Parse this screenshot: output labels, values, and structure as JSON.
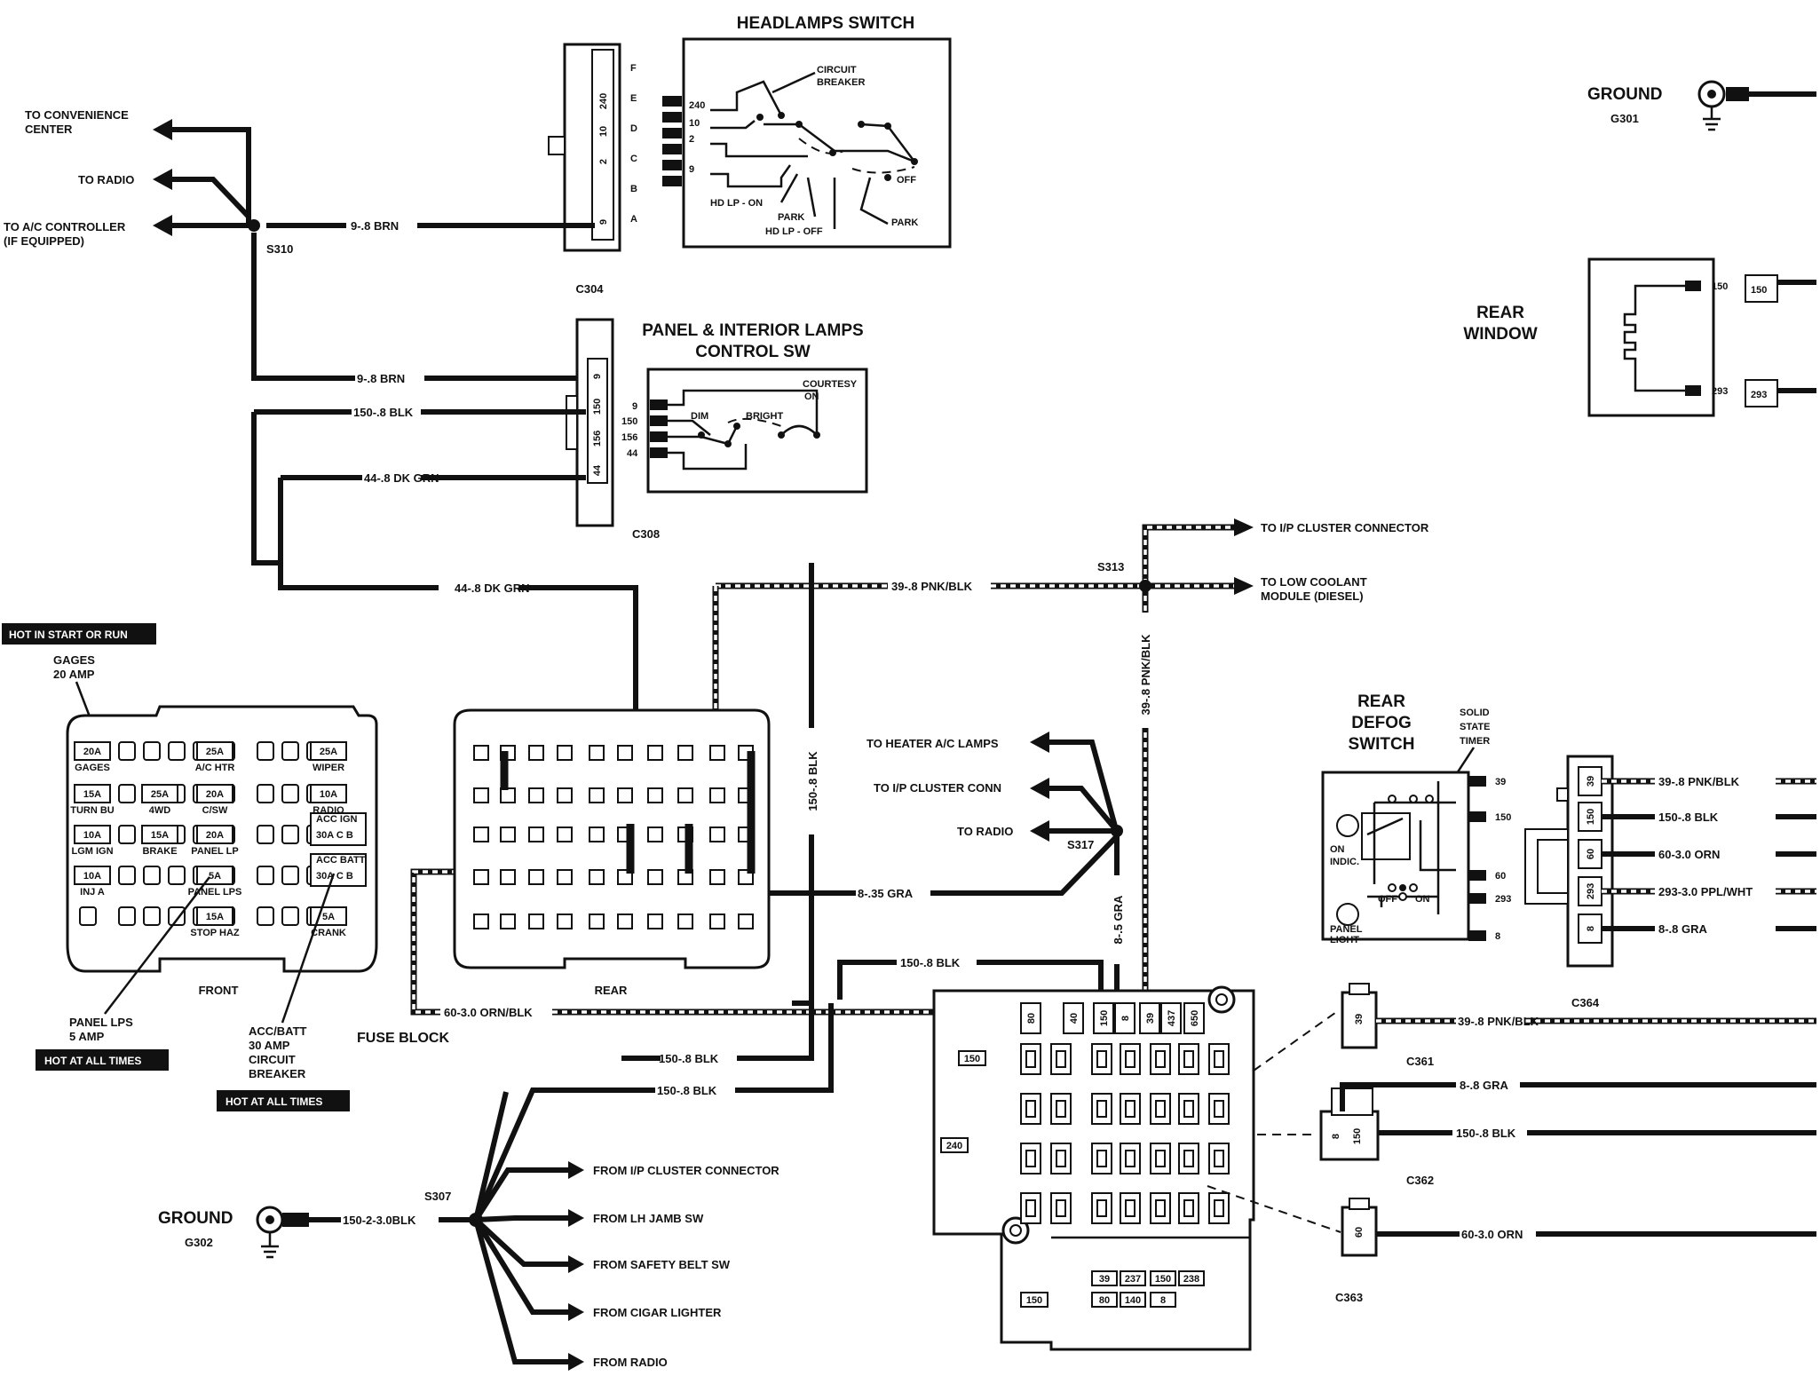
{
  "title": "HEADLAMPS SWITCH",
  "headlamps_switch": {
    "title": "HEADLAMPS SWITCH",
    "connector": "C304",
    "cavities": [
      "F",
      "E",
      "D",
      "C",
      "B",
      "A"
    ],
    "pin_labels": [
      "240",
      "10",
      "2",
      "9"
    ],
    "inner_pins": [
      "240",
      "10",
      "2",
      "9"
    ],
    "circuit_breaker": "CIRCUIT\nBREAKER",
    "circuit_breaker_l1": "CIRCUIT",
    "circuit_breaker_l2": "BREAKER",
    "off": "OFF",
    "hd_lp_on": "HD LP - ON",
    "park": "PARK",
    "hd_lp_off": "HD LP - OFF",
    "park2": "PARK"
  },
  "panel_switch": {
    "title_l1": "PANEL & INTERIOR LAMPS",
    "title_l2": "CONTROL SW",
    "connector": "C308",
    "pins": [
      "9",
      "150",
      "156",
      "44"
    ],
    "inner_pins": [
      "9",
      "150",
      "156",
      "44"
    ],
    "dim": "DIM",
    "bright": "BRIGHT",
    "courtesy_l1": "COURTESY",
    "courtesy_l2": "ON"
  },
  "splices": {
    "s310": "S310",
    "s313": "S313",
    "s317": "S317",
    "s307": "S307"
  },
  "wires": {
    "w9_brn_a": "9-.8 BRN",
    "w9_brn_b": "9-.8 BRN",
    "w150_blk_a": "150-.8 BLK",
    "w44_dkgrn_a": "44-.8 DK GRN",
    "w44_dkgrn_b": "44-.8 DK GRN",
    "w39_pnkblk_a": "39-.8 PNK/BLK",
    "w39_pnkblk_v": "39-.8 PNK/BLK",
    "w150_blk_v": "150-.8 BLK",
    "w8_35_gra": "8-.35 GRA",
    "w8_5_gra": "8-.5 GRA",
    "w150_blk_b": "150-.8 BLK",
    "w60_orn_blk": "60-3.0 ORN/BLK",
    "w150_blk_c": "150-.8 BLK",
    "w150_blk_d": "150-.8 BLK",
    "w150_2_blk": "150-2-3.0BLK",
    "w39_pnkblk_c361": "39-.8 PNK/BLK",
    "w8_gra_c362": "8-.8 GRA",
    "w150_blk_c362": "150-.8 BLK",
    "w60_orn_c363": "60-3.0 ORN",
    "r39": "39-.8 PNK/BLK",
    "r150": "150-.8 BLK",
    "r60": "60-3.0 ORN",
    "r293": "293-3.0 PPL/WHT",
    "r8": "8-.8 GRA"
  },
  "destinations": {
    "convenience_l1": "TO CONVENIENCE",
    "convenience_l2": "CENTER",
    "radio": "TO RADIO",
    "ac_l1": "TO A/C CONTROLLER",
    "ac_l2": "(IF EQUIPPED)",
    "ip_cluster": "TO I/P CLUSTER CONNECTOR",
    "low_coolant_l1": "TO LOW COOLANT",
    "low_coolant_l2": "MODULE (DIESEL)",
    "heater_ac": "TO HEATER A/C LAMPS",
    "ip_cluster_conn": "TO I/P CLUSTER CONN",
    "radio2": "TO RADIO",
    "from_ip": "FROM I/P CLUSTER CONNECTOR",
    "from_lh": "FROM LH JAMB SW",
    "from_belt": "FROM SAFETY BELT SW",
    "from_cigar": "FROM CIGAR  LIGHTER",
    "from_radio": "FROM RADIO"
  },
  "fuse_block": {
    "title": "FUSE BLOCK",
    "front": "FRONT",
    "rear": "REAR",
    "hot_start_run": "HOT IN START OR RUN",
    "gages_l1": "GAGES",
    "gages_l2": "20 AMP",
    "panel_lps_l1": "PANEL LPS",
    "panel_lps_l2": "5 AMP",
    "hot_all_times_1": "HOT AT ALL TIMES",
    "accbatt_l1": "ACC/BATT",
    "accbatt_l2": "30 AMP",
    "accbatt_l3": "CIRCUIT",
    "accbatt_l4": "BREAKER",
    "hot_all_times_2": "HOT AT ALL TIMES",
    "fuses": [
      "20A",
      "25A",
      "25A",
      "15A",
      "25A",
      "20A",
      "10A",
      "10A",
      "15A",
      "20A",
      "10A",
      "5A",
      "15A",
      "5A"
    ],
    "names": [
      "GAGES",
      "A/C HTR",
      "WIPER",
      "TURN BU",
      "4WD",
      "C/SW",
      "RADIO",
      "LGM IGN",
      "BRAKE",
      "PANEL LP",
      "INJ A",
      "PANEL LPS",
      "STOP HAZ",
      "CRANK"
    ],
    "cb1": "30A C B",
    "cb2": "30A C B",
    "cb1_name": "ACC IGN",
    "cb2_name": "ACC BATT"
  },
  "ground_g301": {
    "label": "GROUND",
    "id": "G301"
  },
  "ground_g302": {
    "label": "GROUND",
    "id": "G302"
  },
  "rear_window": {
    "label_l1": "REAR",
    "label_l2": "WINDOW",
    "pin1": "150",
    "pin2": "293",
    "conn1": "150",
    "conn2": "293"
  },
  "rear_defog": {
    "label_l1": "REAR",
    "label_l2": "DEFOG",
    "label_l3": "SWITCH",
    "timer_l1": "SOLID",
    "timer_l2": "STATE",
    "timer_l3": "TIMER",
    "on_indic_l1": "ON",
    "on_indic_l2": "INDIC.",
    "panel_light_l1": "PANEL",
    "panel_light_l2": "LIGHT",
    "off": "OFF",
    "on": "ON",
    "pins": [
      "39",
      "150",
      "60",
      "293",
      "8"
    ]
  },
  "c364": {
    "label": "C364",
    "pins": [
      "39",
      "150",
      "60",
      "293",
      "8"
    ]
  },
  "c361": {
    "label": "C361",
    "pin": "39"
  },
  "c362": {
    "label": "C362",
    "pins": [
      "8",
      "150"
    ]
  },
  "c363": {
    "label": "C363",
    "pin": "60"
  },
  "block_pins": {
    "top": [
      "80",
      "40",
      "150",
      "8",
      "39",
      "437",
      "650"
    ],
    "bottom": [
      "39",
      "237",
      "150",
      "238",
      "80",
      "140",
      "8"
    ],
    "left": [
      "150",
      "240",
      "150"
    ]
  }
}
